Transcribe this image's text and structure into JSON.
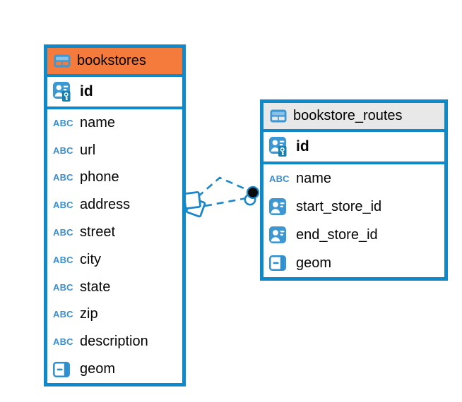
{
  "ui": {
    "text_type_icon_label": "ABC"
  },
  "colors": {
    "table_border_blue": "#0E8ACA",
    "bookstores_header_orange": "#F57B3D",
    "bookstore_routes_header_gray": "#E8E8E8",
    "type_icon_blue": "#3D97D3",
    "type_icon_light_blue": "#8CC1E6",
    "primary_key_badge_blue": "#1680AE",
    "relationship_line_blue": "#1B87C9",
    "column_text_black": "#060606"
  },
  "tables": [
    {
      "name": "bookstores",
      "columns": [
        {
          "name": "id",
          "type": "primary-key"
        },
        {
          "name": "name",
          "type": "text"
        },
        {
          "name": "url",
          "type": "text"
        },
        {
          "name": "phone",
          "type": "text"
        },
        {
          "name": "address",
          "type": "text"
        },
        {
          "name": "street",
          "type": "text"
        },
        {
          "name": "city",
          "type": "text"
        },
        {
          "name": "state",
          "type": "text"
        },
        {
          "name": "zip",
          "type": "text"
        },
        {
          "name": "description",
          "type": "text"
        },
        {
          "name": "geom",
          "type": "geometry"
        }
      ]
    },
    {
      "name": "bookstore_routes",
      "columns": [
        {
          "name": "id",
          "type": "primary-key"
        },
        {
          "name": "name",
          "type": "text"
        },
        {
          "name": "start_store_id",
          "type": "foreign-key"
        },
        {
          "name": "end_store_id",
          "type": "foreign-key"
        },
        {
          "name": "geom",
          "type": "geometry"
        }
      ]
    }
  ],
  "relationships": [
    {
      "from_table": "bookstores",
      "to_table": "bookstore_routes",
      "style": "dashed",
      "line_count": 2
    }
  ]
}
